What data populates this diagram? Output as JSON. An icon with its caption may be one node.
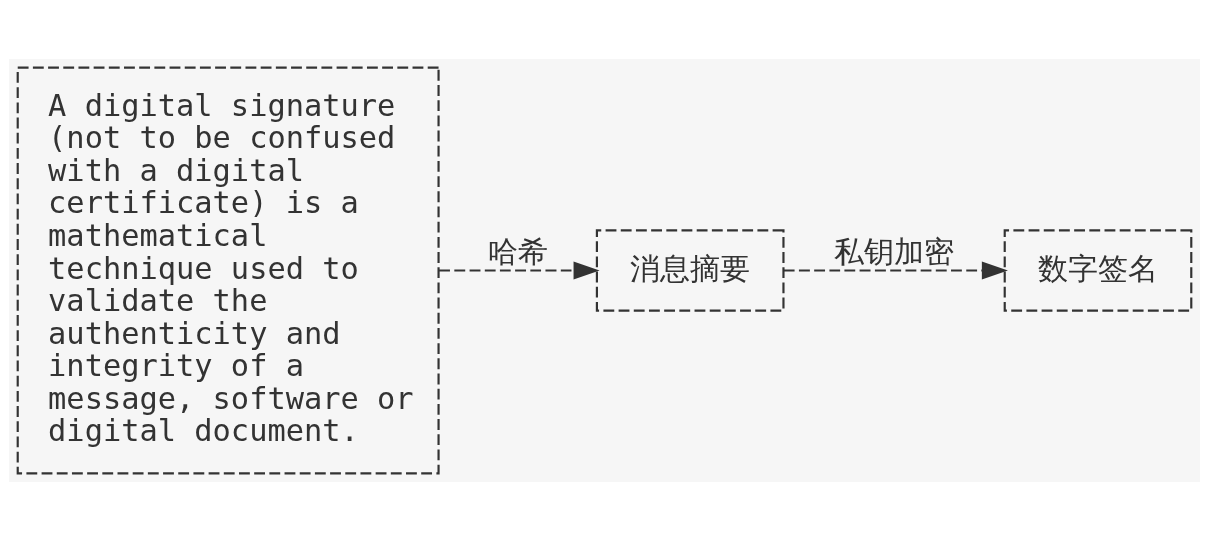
{
  "diagram": {
    "nodes": [
      {
        "text": [
          "A digital signature (not to be confused with a digital certificate) is a mathematical technique used to validate the authenticity and integrity of a message, software or digital document."
        ]
      },
      {
        "text": [
          "消息摘要"
        ]
      },
      {
        "text": [
          "数字签名"
        ]
      }
    ],
    "edges": [
      {
        "from": 0,
        "to": 1,
        "arrow": "to",
        "label": "哈希"
      },
      {
        "from": 1,
        "to": 2,
        "arrow": "to",
        "label": "私钥加密"
      }
    ]
  }
}
